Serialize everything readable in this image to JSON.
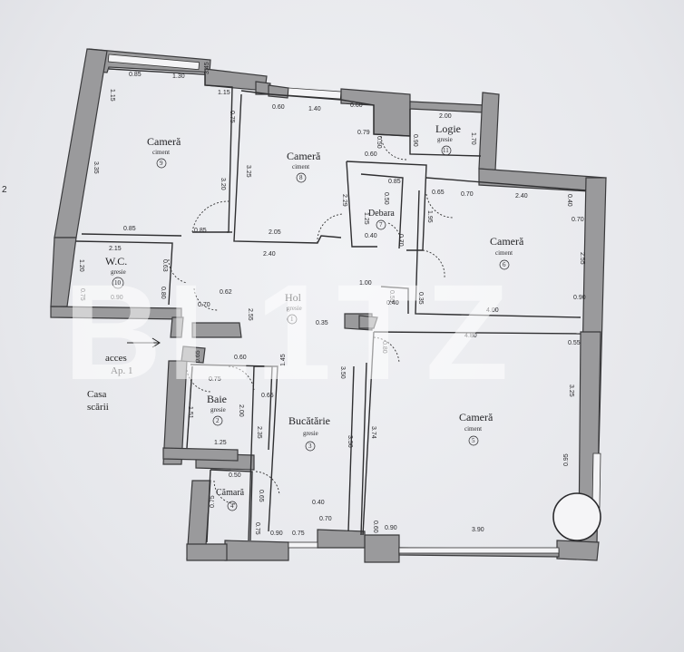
{
  "page_mark": "2",
  "watermark": "BL1TZ",
  "access": {
    "line1": "acces",
    "line2": "Ap. 1"
  },
  "stair": {
    "line1": "Casa",
    "line2": "scării"
  },
  "rooms": [
    {
      "key": "camera_a",
      "name": "Cameră",
      "material": "ciment",
      "num": "9"
    },
    {
      "key": "camera_b",
      "name": "Cameră",
      "material": "ciment",
      "num": "8"
    },
    {
      "key": "logie",
      "name": "Logie",
      "material": "gresie",
      "num": "11"
    },
    {
      "key": "debara",
      "name": "Debara",
      "material": "",
      "num": "7"
    },
    {
      "key": "camera_c",
      "name": "Cameră",
      "material": "ciment",
      "num": "6"
    },
    {
      "key": "wc",
      "name": "W.C.",
      "material": "gresie",
      "num": "10"
    },
    {
      "key": "hol",
      "name": "Hol",
      "material": "gresie",
      "num": "1"
    },
    {
      "key": "baie",
      "name": "Baie",
      "material": "gresie",
      "num": "2"
    },
    {
      "key": "bucatarie",
      "name": "Bucătărie",
      "material": "gresie",
      "num": "3"
    },
    {
      "key": "camara",
      "name": "Cămară",
      "material": "",
      "num": "4"
    },
    {
      "key": "camera_d",
      "name": "Cameră",
      "material": "ciment",
      "num": "5"
    }
  ],
  "dimensions": [
    "0.85",
    "1.30",
    "3.45",
    "1.15",
    "0.75",
    "1.15",
    "3.35",
    "3.20",
    "0.85",
    "0.85",
    "2.15",
    "1.20",
    "0.63",
    "0.80",
    "0.75",
    "0.90",
    "0.70",
    "0.62",
    "2.55",
    "0.60",
    "1.40",
    "0.60",
    "3.25",
    "0.79",
    "0.50",
    "0.60",
    "2.05",
    "2.40",
    "2.29",
    "0.85",
    "0.50",
    "1.25",
    "0.40",
    "0.70",
    "2.00",
    "0.90",
    "1.70",
    "0.65",
    "0.70",
    "2.40",
    "0.40",
    "1.95",
    "0.70",
    "2.55",
    "1.00",
    "0.40",
    "0.55",
    "0.35",
    "4.00",
    "0.90",
    "0.55",
    "4.80",
    "0.80",
    "0.35",
    "3.50",
    "0.65",
    "0.60",
    "0.75",
    "1.51",
    "2.00",
    "0.65",
    "1.45",
    "1.25",
    "2.35",
    "3.50",
    "3.74",
    "3.25",
    "0.95",
    "0.50",
    "0.75",
    "0.65",
    "0.90",
    "0.75",
    "0.70",
    "0.40",
    "0.60",
    "0.90",
    "3.90",
    "0.75"
  ]
}
